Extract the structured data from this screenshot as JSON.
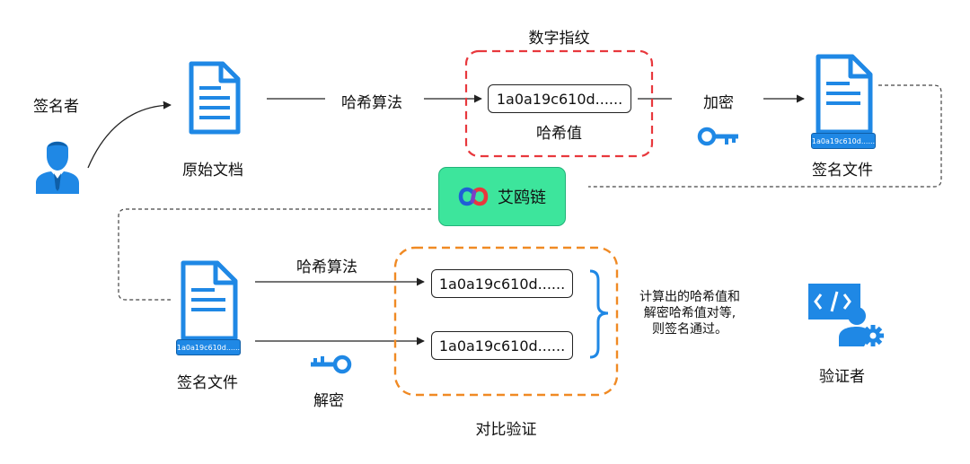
{
  "colors": {
    "primary_blue": "#1f88e5",
    "hash_group_border": "#e8383d",
    "verify_group_border": "#f08a24",
    "chain_fill": "#3de59c",
    "line": "#222222",
    "dashed_line": "#444444"
  },
  "signer": {
    "label": "签名者",
    "icon": "person-icon"
  },
  "original_doc": {
    "label": "原始文档",
    "icon": "document-icon"
  },
  "hash_step": {
    "label": "哈希算法"
  },
  "fingerprint": {
    "title": "数字指纹",
    "hash_value": "1a0a19c610d......",
    "caption": "哈希值"
  },
  "encrypt_step": {
    "label": "加密",
    "icon": "key-icon"
  },
  "signed_file_top": {
    "label": "签名文件",
    "badge": "1a0a19c610d......",
    "icon": "document-icon"
  },
  "chain": {
    "label": "艾鸥链",
    "icon": "chain-logo-icon"
  },
  "signed_file_bottom": {
    "label": "签名文件",
    "badge": "1a0a19c610d......",
    "icon": "document-icon"
  },
  "hash_step_bottom": {
    "label": "哈希算法"
  },
  "decrypt_step": {
    "label": "解密",
    "icon": "key-icon"
  },
  "compare": {
    "title": "对比验证",
    "computed_hash": "1a0a19c610d......",
    "decrypted_hash": "1a0a19c610d......"
  },
  "conclusion": {
    "line1": "计算出的哈希值和",
    "line2": "解密哈希值对等,",
    "line3": "则签名通过。"
  },
  "verifier": {
    "label": "验证者",
    "icon": "developer-gear-icon"
  }
}
